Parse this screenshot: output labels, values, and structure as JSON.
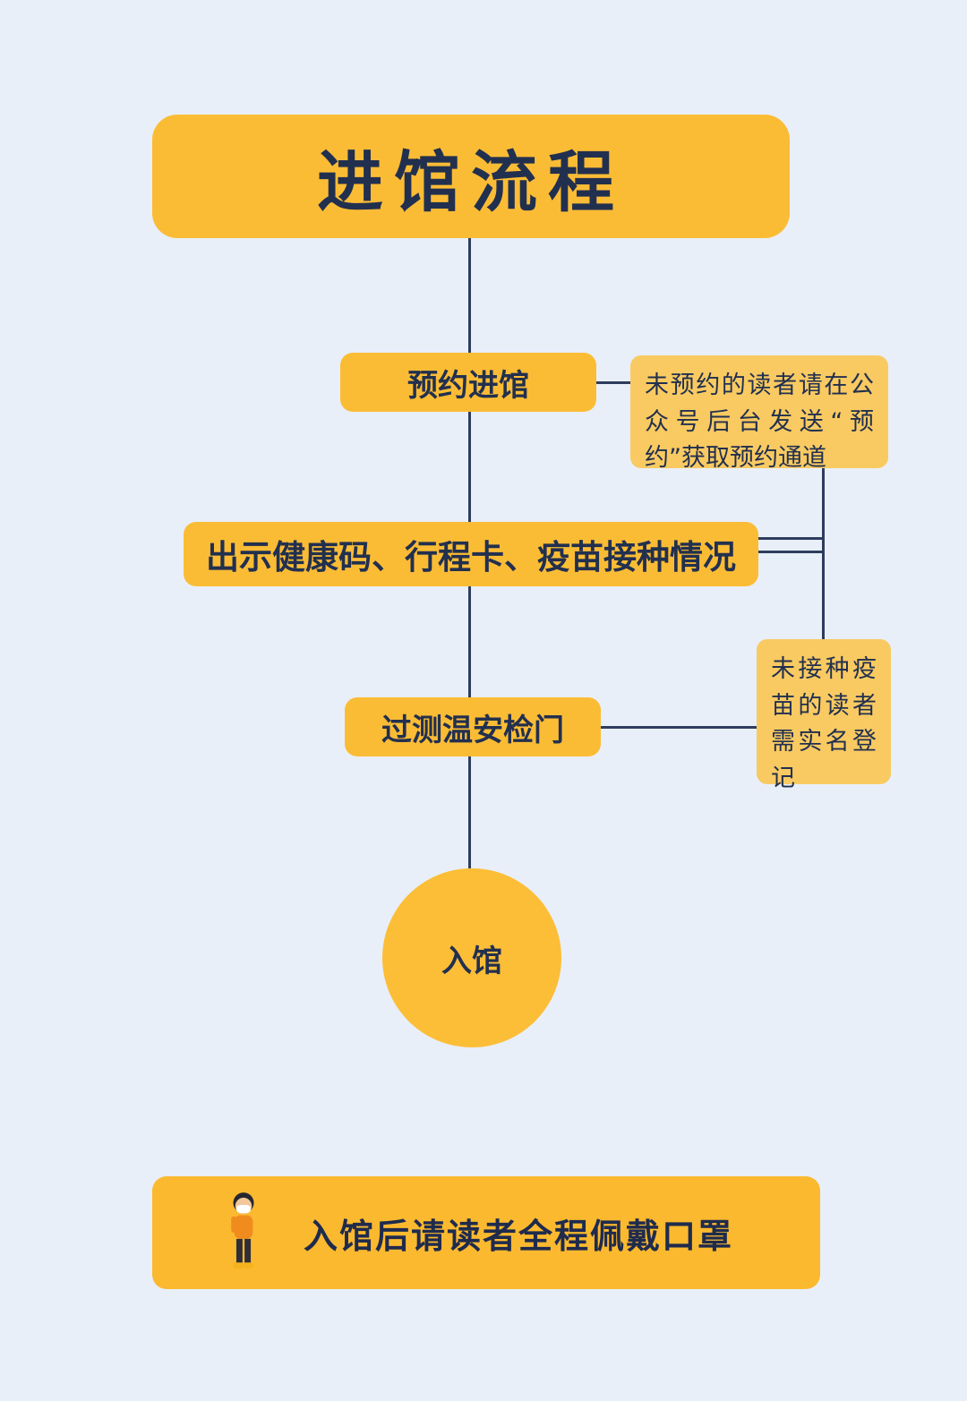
{
  "title": "进馆流程",
  "nodes": {
    "step_booking": "预约进馆",
    "note_booking": "未预约的读者请在公众号后台发送“预约”获取预约通道",
    "step_codes": "出示健康码、行程卡、疫苗接种情况",
    "step_gate": "过测温安检门",
    "note_vaccine": "未接种疫苗的读者需实名登记",
    "end": "入馆"
  },
  "footer": {
    "text": "入馆后请读者全程佩戴口罩",
    "icon": "masked-person-icon"
  },
  "colors": {
    "background": "#E9EFF8",
    "yellow_primary": "#FBBC35",
    "yellow_light": "#F9CA62",
    "text_navy": "#22304F",
    "line": "#2E3C5E"
  }
}
